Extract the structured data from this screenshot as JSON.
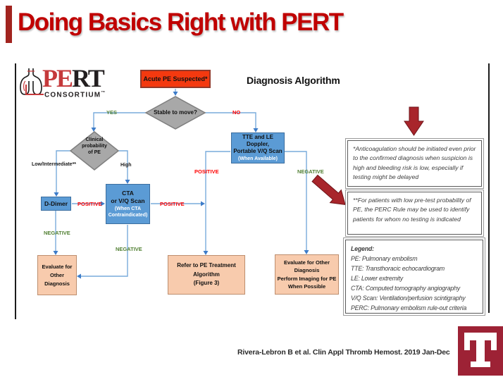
{
  "slide": {
    "title": "Doing Basics Right with PERT",
    "citation": "Rivera-Lebron B et al.  Clin Appl Thromb Hemost. 2019 Jan-Dec"
  },
  "pert_logo": {
    "pe": "PE",
    "rt": "RT",
    "consortium": "CONSORTIUM",
    "tm": "™"
  },
  "diagram": {
    "header": "Diagnosis Algorithm",
    "nodes": {
      "acute": "Acute PE Suspected*",
      "stable": "Stable to move?",
      "clinical_l1": "Clinical",
      "clinical_l2": "probability",
      "clinical_l3": "of PE",
      "tte_l1": "TTE and LE Doppler,",
      "tte_l2": "Portable V/Q Scan",
      "tte_l3": "(When Available)",
      "ddimer": "D-Dimer",
      "cta_l1": "CTA",
      "cta_l2": "or V/Q Scan",
      "cta_l3": "(When CTA",
      "cta_l4": "Contraindicated)",
      "eval1_l1": "Evaluate for",
      "eval1_l2": "Other",
      "eval1_l3": "Diagnosis",
      "refer_l1": "Refer to PE Treatment",
      "refer_l2": "Algorithm",
      "refer_l3": "(Figure 3)",
      "eval2_l1": "Evaluate for Other",
      "eval2_l2": "Diagnosis",
      "eval2_l3": "Perform Imaging for PE",
      "eval2_l4": "When Possible"
    },
    "edges": {
      "yes": "YES",
      "no": "NO",
      "low_intermediate": "Low/Intermediate**",
      "high": "High",
      "pos1": "POSITIVE",
      "pos2": "POSITIVE",
      "pos3": "POSITIVE",
      "neg1": "NEGATIVE",
      "neg2": "NEGATIVE",
      "neg3": "NEGATIVE"
    }
  },
  "notes": {
    "note1": "*Anticoagulation should be initiated even prior to the confirmed diagnosis when suspicion is high and bleeding risk is low, especially if testing might be delayed",
    "note2": "**For patients with low pre-test probability of PE, the PERC Rule may be used to identify patients for whom no testing is indicated"
  },
  "legend": {
    "title": "Legend:",
    "items": [
      "PE: Pulmonary embolism",
      "TTE: Transthoracic echocardiogram",
      "LE: Lower extremity",
      "CTA: Computed tomography angiography",
      "V/Q Scan: Ventilation/perfusion scintigraphy",
      "PERC: Pulmonary embolism rule-out criteria"
    ]
  },
  "colors": {
    "title_red": "#C00000",
    "accent_bar_red": "#A2241F",
    "acute_fill": "#F4390F",
    "node_blue": "#5B9BD5",
    "diamond_gray": "#A8A8A8",
    "outcome_peach": "#F8CBAD",
    "line_blue": "#79ABDB",
    "positive_red": "#FF0000",
    "negative_green": "#538135",
    "annotation_arrow_red": "#A8252B",
    "temple_red": "#9D2235"
  }
}
